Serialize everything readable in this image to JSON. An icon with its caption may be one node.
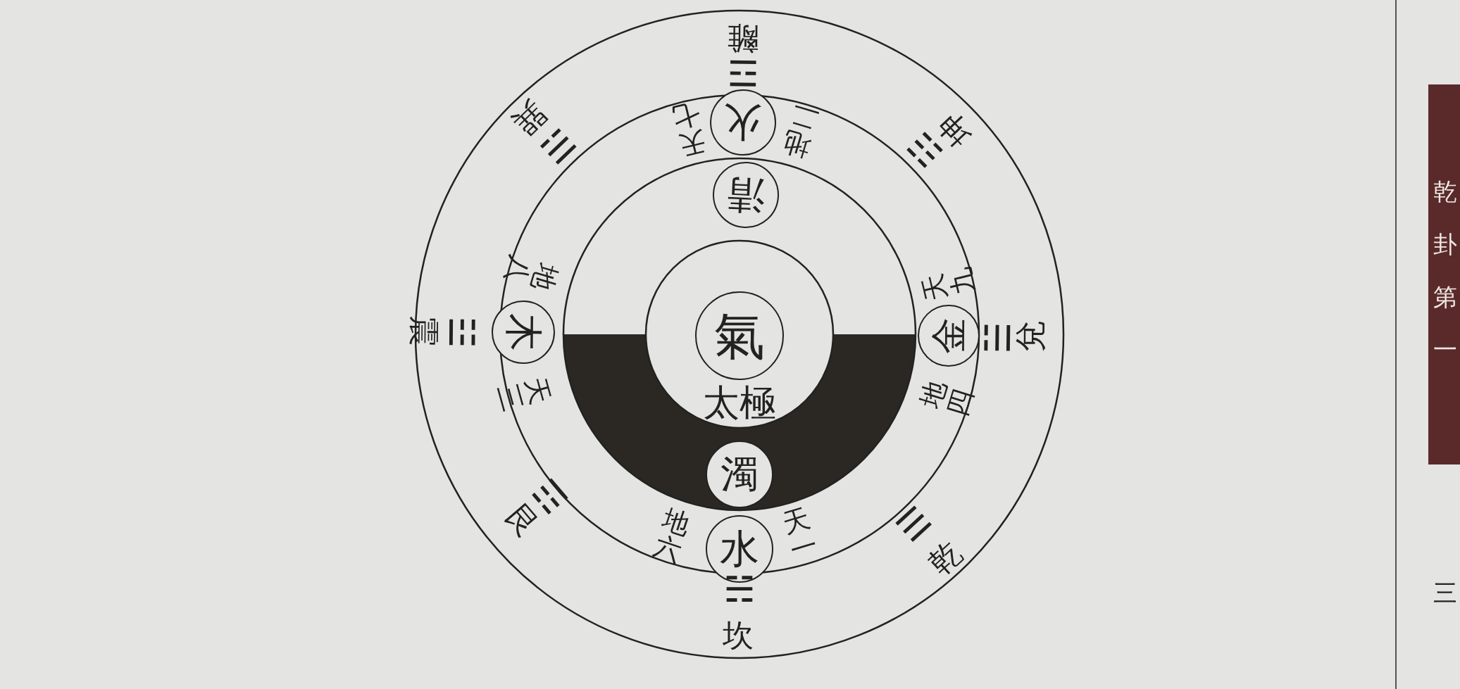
{
  "diagram": {
    "nodes": [
      {
        "text": [
          "火"
        ]
      },
      {
        "text": [
          "清"
        ]
      },
      {
        "text": [
          "木"
        ]
      },
      {
        "text": [
          "氣"
        ]
      },
      {
        "text": [
          "金"
        ]
      },
      {
        "text": [
          "濁"
        ]
      },
      {
        "text": [
          "水"
        ]
      }
    ],
    "labels": [
      "離",
      "☲",
      "巽",
      "☴",
      "坤",
      "☷",
      "天七",
      "地二",
      "地八",
      "天九",
      "震",
      "☳",
      "☱",
      "兌",
      "天三",
      "太極",
      "地四",
      "☶",
      "艮",
      "地六",
      "天一",
      "☰",
      "乾",
      "☵",
      "坎",
      "乾卦第一",
      "三"
    ]
  }
}
